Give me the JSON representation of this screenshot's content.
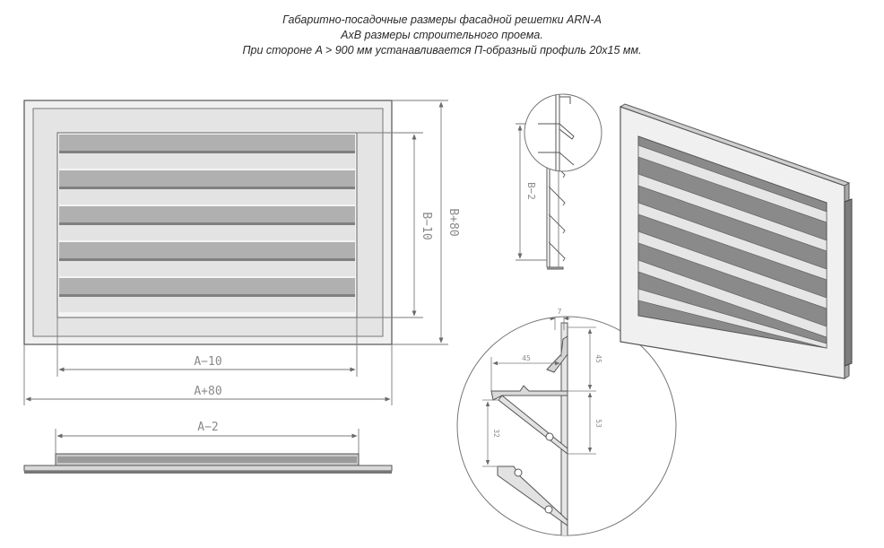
{
  "header": {
    "line1": "Габаритно-посадочные размеры фасадной решетки ARN-A",
    "line2": "AxB размеры строительного проема.",
    "line3": "При стороне A > 900 мм устанавливается П-образный профиль 20х15 мм."
  },
  "dims": {
    "a_minus_10": "A−10",
    "a_plus_80": "A+80",
    "a_minus_2": "A−2",
    "b_minus_10": "B−10",
    "b_plus_80": "B+80",
    "b_minus_2": "B−2",
    "d7": "7",
    "d45h": "45",
    "d45v": "45",
    "d53": "53",
    "d32": "32"
  },
  "colors": {
    "line": "#555555",
    "dim": "#7a7a7a",
    "frame": "#e9e9e9",
    "louverDark": "#8c8c8c",
    "louverLight": "#e0e0e0"
  }
}
